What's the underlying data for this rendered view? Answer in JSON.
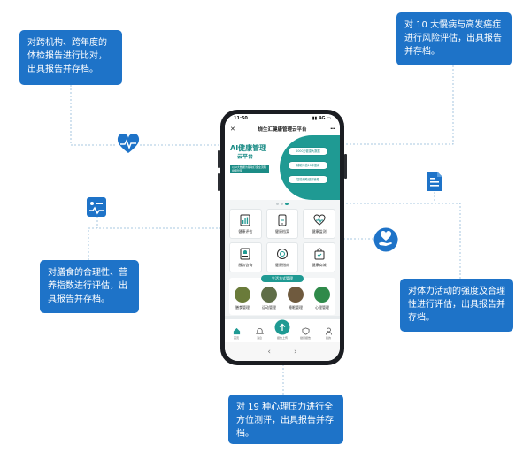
{
  "callouts": {
    "c1": "对跨机构、跨年度的体检报告进行比对，出具报告并存档。",
    "c2": "对 10 大慢病与高发癌症进行风险评估，出具报告并存档。",
    "c3": "对膳食的合理性、营养指数进行评估，出具报告并存档。",
    "c4": "对体力活动的强度及合理性进行评估，出具报告并存档。",
    "c5": "对 19 种心理压力进行全方位测评，出具报告并存档。"
  },
  "colors": {
    "callout_bg": "#1e73c8",
    "accent": "#1f9a93",
    "line": "#8fb8d8"
  },
  "phone": {
    "status": {
      "time": "11:50",
      "right": "▮▮ 4G ▭"
    },
    "nav": {
      "close": "✕",
      "title": "烧生汇健康管理云平台",
      "more": "···"
    },
    "banner": {
      "title1": "AI健康管理",
      "title2": "云平台",
      "subtitle": "以AI大数据为驱动打造全流程健康管理",
      "pills": [
        "2000万健康大数据",
        "辅助评估10种慢病",
        "智能辅助健康管理"
      ]
    },
    "tiles": [
      {
        "icon": "report-icon",
        "label": "健康评估"
      },
      {
        "icon": "phone-doc-icon",
        "label": "健康档案"
      },
      {
        "icon": "heart-monitor-icon",
        "label": "健康监测"
      },
      {
        "icon": "device-icon",
        "label": "服务咨询"
      },
      {
        "icon": "coin-icon",
        "label": "健康指南"
      },
      {
        "icon": "bag-icon",
        "label": "健康商城"
      }
    ],
    "lifestyle": {
      "title": "生活方式管理",
      "items": [
        {
          "label": "膳食管理",
          "color": "#6a7b3a"
        },
        {
          "label": "运动管理",
          "color": "#5f6e48"
        },
        {
          "label": "睡眠管理",
          "color": "#6f5a3e"
        },
        {
          "label": "心理管理",
          "color": "#2f8a4a"
        }
      ]
    },
    "tabs": [
      {
        "icon": "home-icon",
        "label": "首页"
      },
      {
        "icon": "bell-icon",
        "label": "消息"
      },
      {
        "icon": "upload-cloud-icon",
        "label": "报告上传"
      },
      {
        "icon": "shield-icon",
        "label": "健康报告"
      },
      {
        "icon": "user-icon",
        "label": "我的"
      }
    ],
    "browser": {
      "back": "‹",
      "forward": "›"
    }
  }
}
